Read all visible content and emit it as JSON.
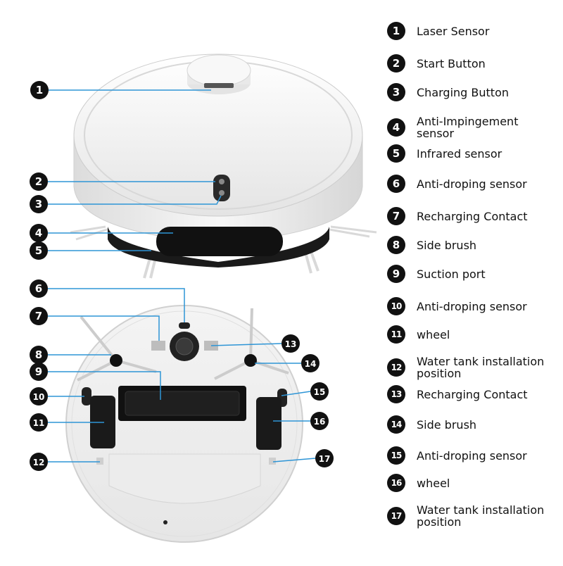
{
  "diagram": {
    "callouts": [
      {
        "number": "1",
        "label": "Laser Sensor"
      },
      {
        "number": "2",
        "label": "Start Button"
      },
      {
        "number": "3",
        "label": "Charging Button"
      },
      {
        "number": "4",
        "label": "Anti-Impingement sensor"
      },
      {
        "number": "5",
        "label": "Infrared sensor"
      },
      {
        "number": "6",
        "label": "Anti-droping sensor"
      },
      {
        "number": "7",
        "label": "Recharging Contact"
      },
      {
        "number": "8",
        "label": "Side brush"
      },
      {
        "number": "9",
        "label": "Suction port"
      },
      {
        "number": "10",
        "label": "Anti-droping sensor"
      },
      {
        "number": "11",
        "label": "wheel"
      },
      {
        "number": "12",
        "label": "Water tank installation position"
      },
      {
        "number": "13",
        "label": "Recharging Contact"
      },
      {
        "number": "14",
        "label": "Side brush"
      },
      {
        "number": "15",
        "label": "Anti-droping sensor"
      },
      {
        "number": "16",
        "label": "wheel"
      },
      {
        "number": "17",
        "label": "Water tank installation position"
      }
    ],
    "colors": {
      "leader_line": "#2e95d6",
      "badge": "#111111",
      "robot_body": "#f3f3f3",
      "robot_dark": "#1a1a1a"
    }
  }
}
